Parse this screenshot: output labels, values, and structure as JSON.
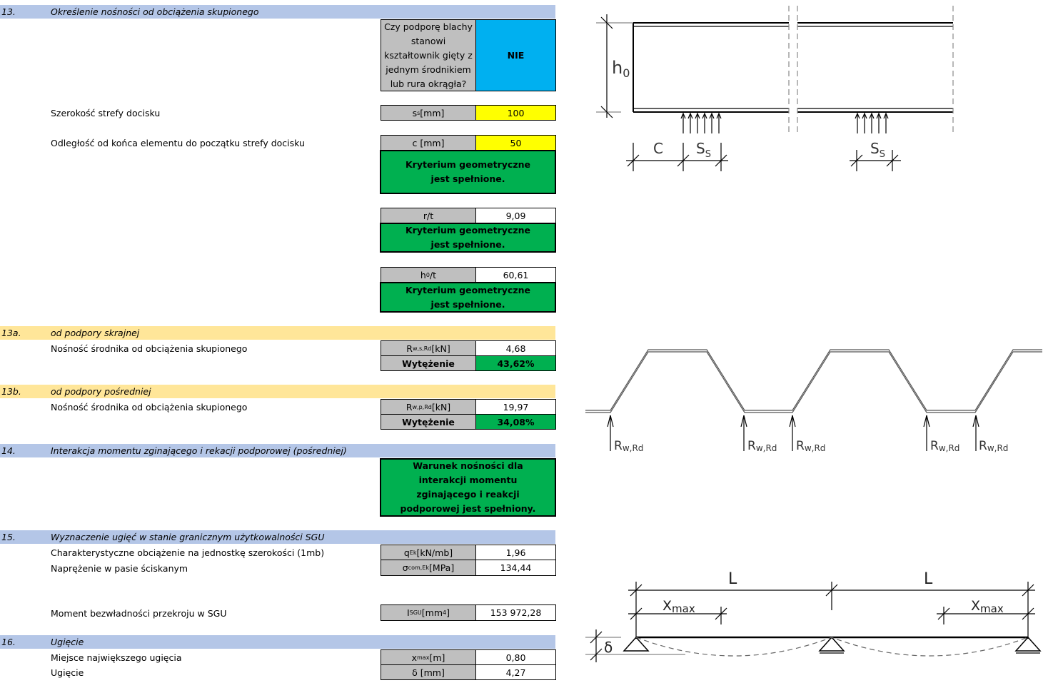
{
  "s13": {
    "num": "13.",
    "title": "Określenie nośności od obciążenia skupionego",
    "question": "Czy podporę blachy stanowi kształtownik gięty z jednym środnikiem lub rura okrągła?",
    "answer": "NIE",
    "ss_label": "Szerokość strefy docisku",
    "ss_cell": "s",
    "ss_sub": "s",
    "ss_unit": " [mm]",
    "ss_value": "100",
    "c_label": "Odległość od końca elementu do początku strefy docisku",
    "c_cell": "c [mm]",
    "c_value": "50",
    "crit1": "Kryterium geometryczne jest spełnione.",
    "rt_cell": "r/t",
    "rt_value": "9,09",
    "crit2": "Kryterium geometryczne jest spełnione.",
    "ht_cell": "h",
    "ht_sub": "0",
    "ht_rest": "/t",
    "ht_value": "60,61",
    "crit3": "Kryterium geometryczne jest spełnione."
  },
  "s13a": {
    "num": "13a.",
    "title": "od podpory skrajnej",
    "label": "Nośność środnika od obciążenia skupionego",
    "cell": "R",
    "sub": "w,s,Rd",
    "unit": " [kN]",
    "value": "4,68",
    "util_label": "Wytężenie",
    "util_value": "43,62%"
  },
  "s13b": {
    "num": "13b.",
    "title": "od podpory pośredniej",
    "label": "Nośność środnika od obciążenia skupionego",
    "cell": "R",
    "sub": "w,p,Rd",
    "unit": " [kN]",
    "value": "19,97",
    "util_label": "Wytężenie",
    "util_value": "34,08%"
  },
  "s14": {
    "num": "14.",
    "title": "Interakcja momentu zginającego i rekacji podporowej (pośredniej)",
    "result": "Warunek nośności dla interakcji momentu zginającego i reakcji podporowej jest spełniony."
  },
  "s15": {
    "num": "15.",
    "title": "Wyznaczenie ugięć w stanie granicznym użytkowalności SGU",
    "q_label": "Charakterystyczne obciążenie na jednostkę szerokości (1mb)",
    "q_cell": "q",
    "q_sub": "Ek",
    "q_unit": " [kN/mb]",
    "q_value": "1,96",
    "s_label": "Naprężenie w pasie ściskanym",
    "s_cell": "σ",
    "s_sub": "com,Ek",
    "s_unit": " [MPa]",
    "s_value": "134,44",
    "i_label": "Moment bezwładności przekroju w SGU",
    "i_cell": "I",
    "i_sub": "SGU",
    "i_unit": " [mm",
    "i_sup": "4",
    "i_end": "]",
    "i_value": "153 972,28"
  },
  "s16": {
    "num": "16.",
    "title": "Ugięcie",
    "x_label": "Miejsce największego ugięcia",
    "x_cell": "x",
    "x_sub": "max",
    "x_unit": " [m]",
    "x_value": "0,80",
    "d_label": "Ugięcie",
    "d_cell": "δ [mm]",
    "d_value": "4,27"
  },
  "diagrams": {
    "h0": "h",
    "h0_sub": "0",
    "c": "C",
    "ss": "S",
    "ss_sub": "S",
    "R": "R",
    "R_sub": "w,Rd",
    "L": "L",
    "xmax": "X",
    "xmax_sub": "max",
    "delta": "δ"
  }
}
